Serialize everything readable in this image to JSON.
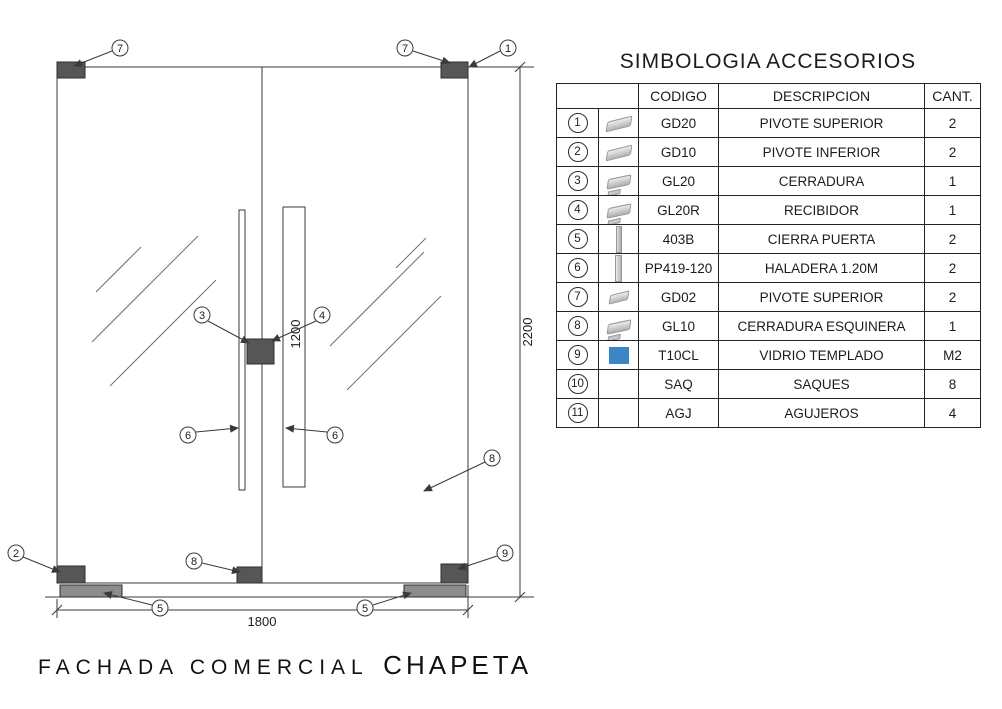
{
  "legend": {
    "title": "SIMBOLOGIA ACCESORIOS",
    "headers": {
      "codigo": "CODIGO",
      "descripcion": "DESCRIPCION",
      "cant": "CANT."
    },
    "glass_color": "#3a87c8",
    "rows": [
      {
        "num": "1",
        "icon": "pivot-hinge-icon",
        "codigo": "GD20",
        "descripcion": "PIVOTE SUPERIOR",
        "cant": "2"
      },
      {
        "num": "2",
        "icon": "pivot-hinge-icon",
        "codigo": "GD10",
        "descripcion": "PIVOTE INFERIOR",
        "cant": "2"
      },
      {
        "num": "3",
        "icon": "lock-icon",
        "codigo": "GL20",
        "descripcion": "CERRADURA",
        "cant": "1"
      },
      {
        "num": "4",
        "icon": "strike-receiver-icon",
        "codigo": "GL20R",
        "descripcion": "RECIBIDOR",
        "cant": "1"
      },
      {
        "num": "5",
        "icon": "door-closer-icon",
        "codigo": "403B",
        "descripcion": "CIERRA PUERTA",
        "cant": "2"
      },
      {
        "num": "6",
        "icon": "pull-handle-icon",
        "codigo": "PP419-120",
        "descripcion": "HALADERA 1.20M",
        "cant": "2"
      },
      {
        "num": "7",
        "icon": "pivot-icon",
        "codigo": "GD02",
        "descripcion": "PIVOTE SUPERIOR",
        "cant": "2"
      },
      {
        "num": "8",
        "icon": "corner-lock-icon",
        "codigo": "GL10",
        "descripcion": "CERRADURA ESQUINERA",
        "cant": "1"
      },
      {
        "num": "9",
        "icon": "tempered-glass-icon",
        "codigo": "T10CL",
        "descripcion": "VIDRIO TEMPLADO",
        "cant": "M2"
      },
      {
        "num": "10",
        "icon": "",
        "codigo": "SAQ",
        "descripcion": "SAQUES",
        "cant": "8"
      },
      {
        "num": "11",
        "icon": "",
        "codigo": "AGJ",
        "descripcion": "AGUJEROS",
        "cant": "4"
      }
    ]
  },
  "drawing": {
    "dims": {
      "width": "1800",
      "height": "2200",
      "handle_length": "1200"
    },
    "callouts": {
      "top_left_pivot": "7",
      "top_right_pivot": "7",
      "top_corner": "1",
      "lock": "3",
      "receiver": "4",
      "handle_left": "6",
      "handle_right": "6",
      "glass": "8",
      "bottom_left_pivot": "2",
      "bottom_center_lock": "8",
      "bottom_right_pivot": "9",
      "floor_closer_left": "5",
      "floor_closer_right": "5"
    }
  },
  "caption": {
    "text": "FACHADA COMERCIAL",
    "brand": "CHAPETA"
  }
}
